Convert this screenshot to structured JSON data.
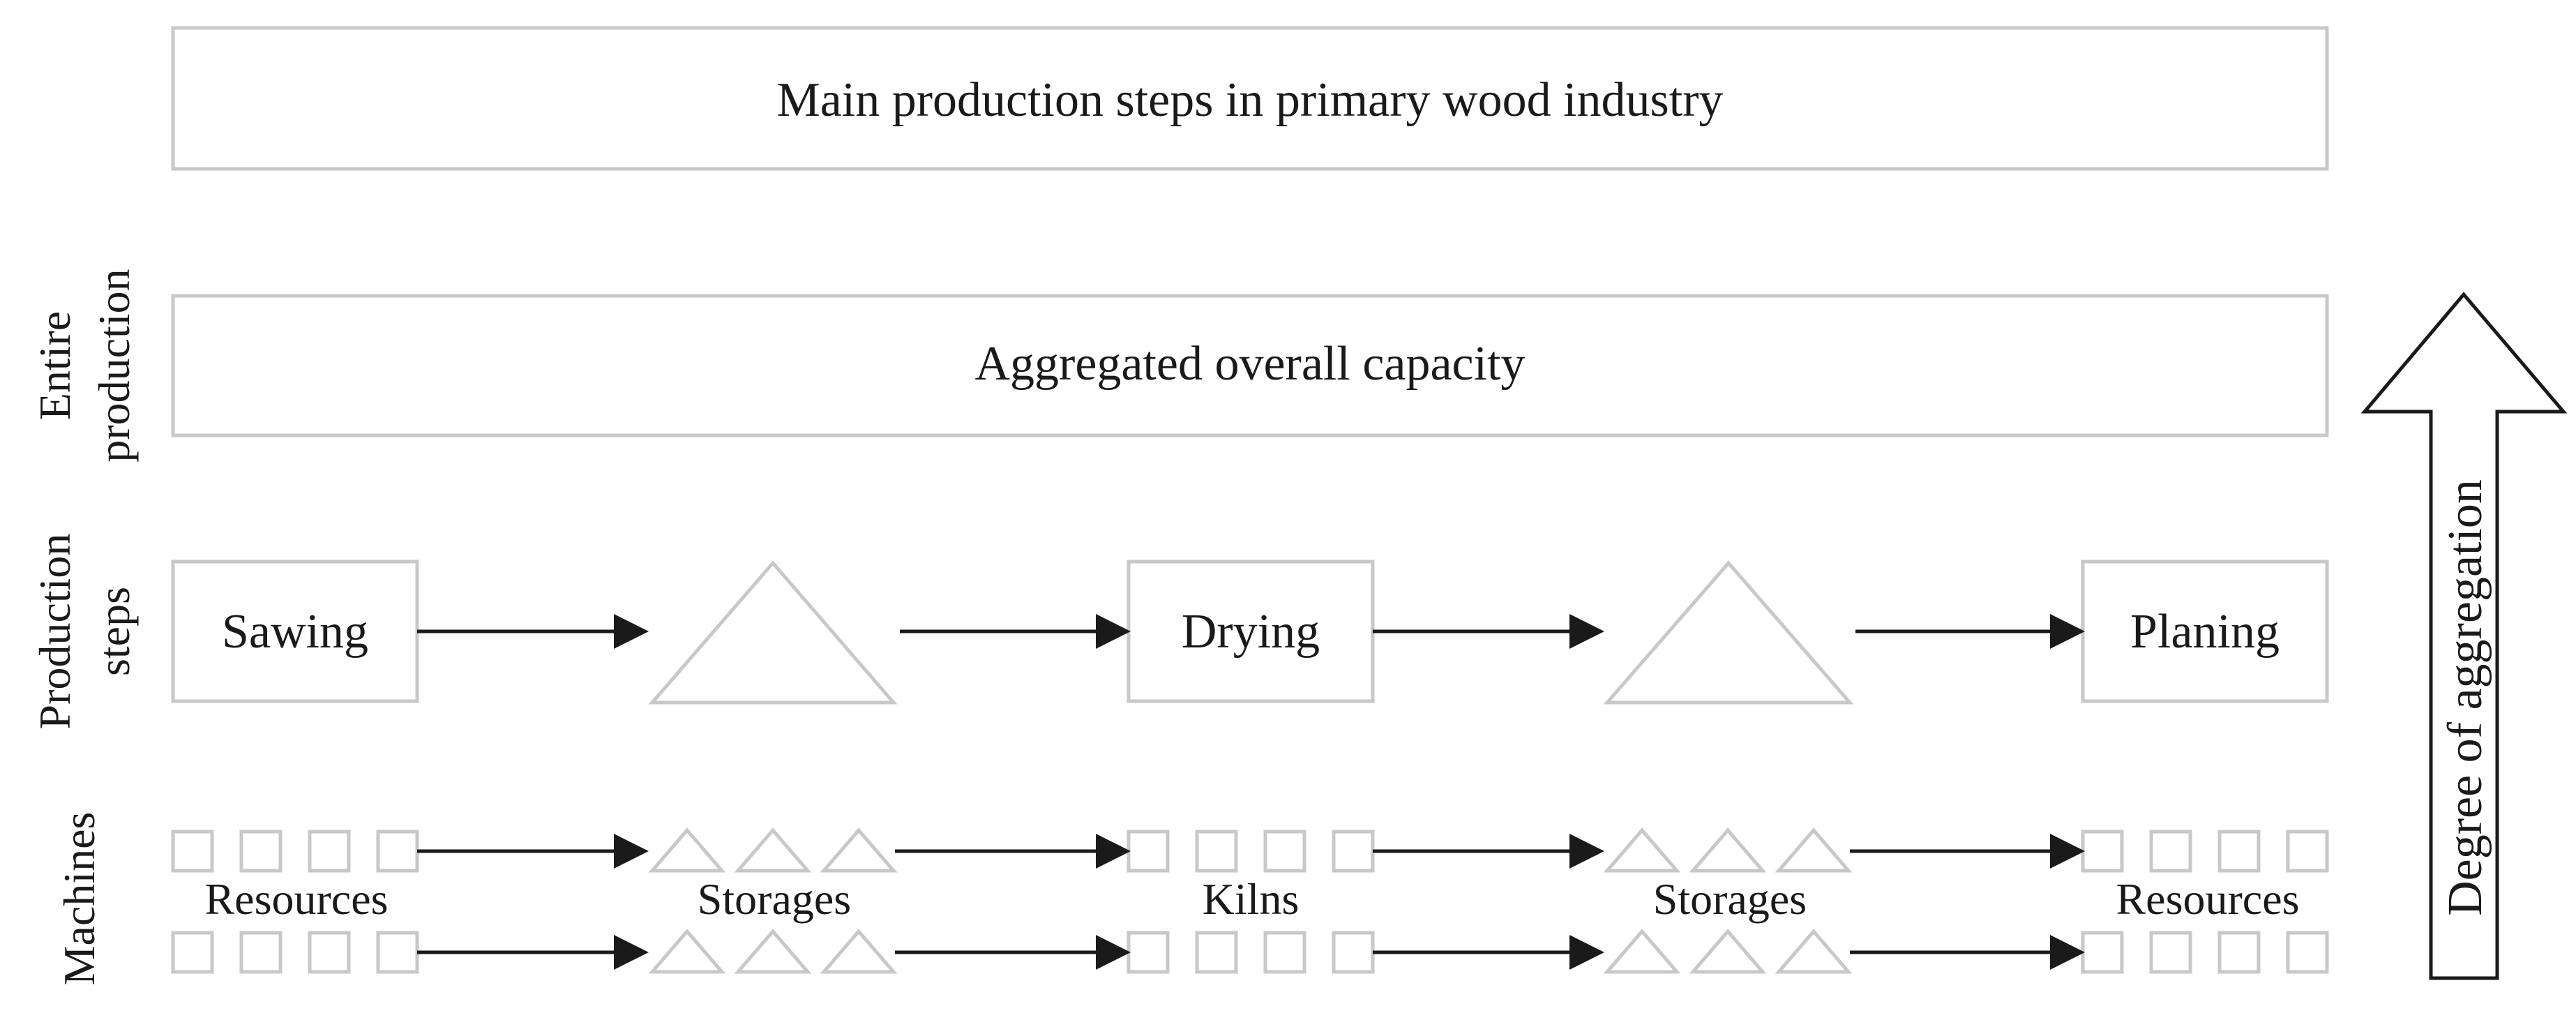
{
  "title": "Main production steps in primary wood industry",
  "aggregated_box": "Aggregated overall capacity",
  "row_labels": {
    "entire_production": [
      "Entire",
      "production"
    ],
    "production_steps": [
      "Production",
      "steps"
    ],
    "machines": "Machines"
  },
  "production_steps": [
    "Sawing",
    "Drying",
    "Planing"
  ],
  "machine_groups": [
    "Resources",
    "Storages",
    "Kilns",
    "Storages",
    "Resources"
  ],
  "aggregation_arrow_label": "Degree of aggregation",
  "colors": {
    "box_stroke": "#c8c8c8",
    "arrow": "#1a1a1a",
    "text": "#1a1a1a"
  }
}
